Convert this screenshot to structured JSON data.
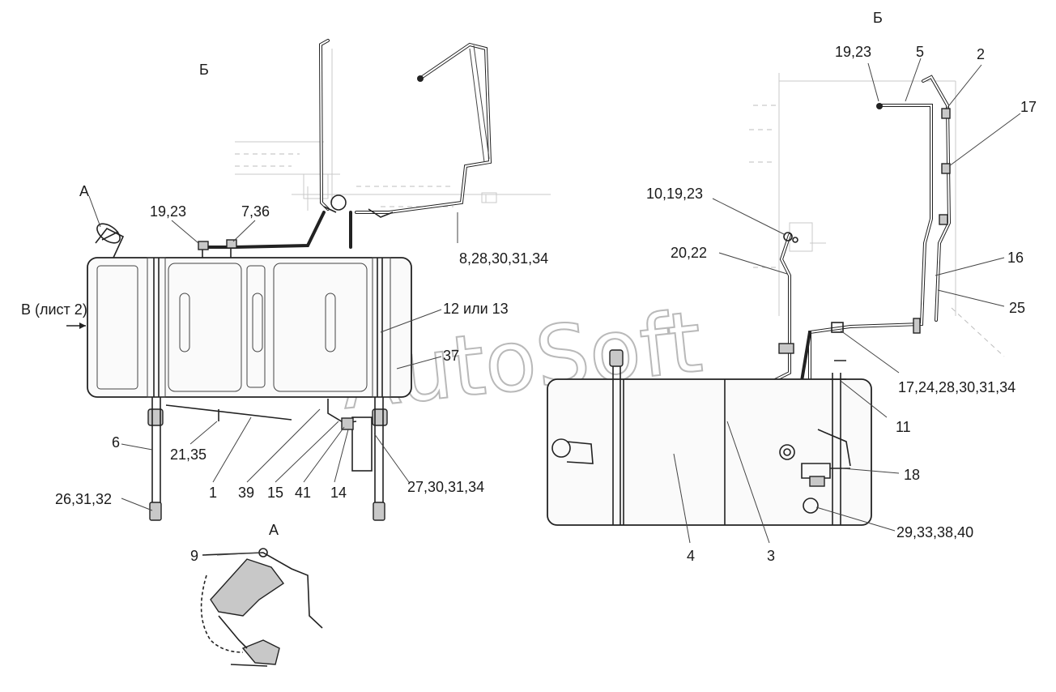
{
  "view_labels": {
    "b_left": "Б",
    "b_right": "Б",
    "a_left": "А",
    "a_detail": "А",
    "v_sheet": "В (лист 2)"
  },
  "callouts": {
    "c19_23_left": "19,23",
    "c7_36": "7,36",
    "c8_28_30_31_34": "8,28,30,31,34",
    "c12_13": "12 или 13",
    "c37": "37",
    "c6": "6",
    "c21_35": "21,35",
    "c26_31_32": "26,31,32",
    "c1": "1",
    "c39": "39",
    "c15": "15",
    "c41": "41",
    "c14": "14",
    "c27_30_31_34": "27,30,31,34",
    "c9": "9",
    "c19_23_right": "19,23",
    "c5": "5",
    "c2": "2",
    "c17": "17",
    "c10_19_23": "10,19,23",
    "c20_22": "20,22",
    "c16": "16",
    "c25": "25",
    "c17_24_28_30_31_34": "17,24,28,30,31,34",
    "c11": "11",
    "c18": "18",
    "c29_33_38_40": "29,33,38,40",
    "c4": "4",
    "c3": "3"
  },
  "watermark": "AutoSoft"
}
